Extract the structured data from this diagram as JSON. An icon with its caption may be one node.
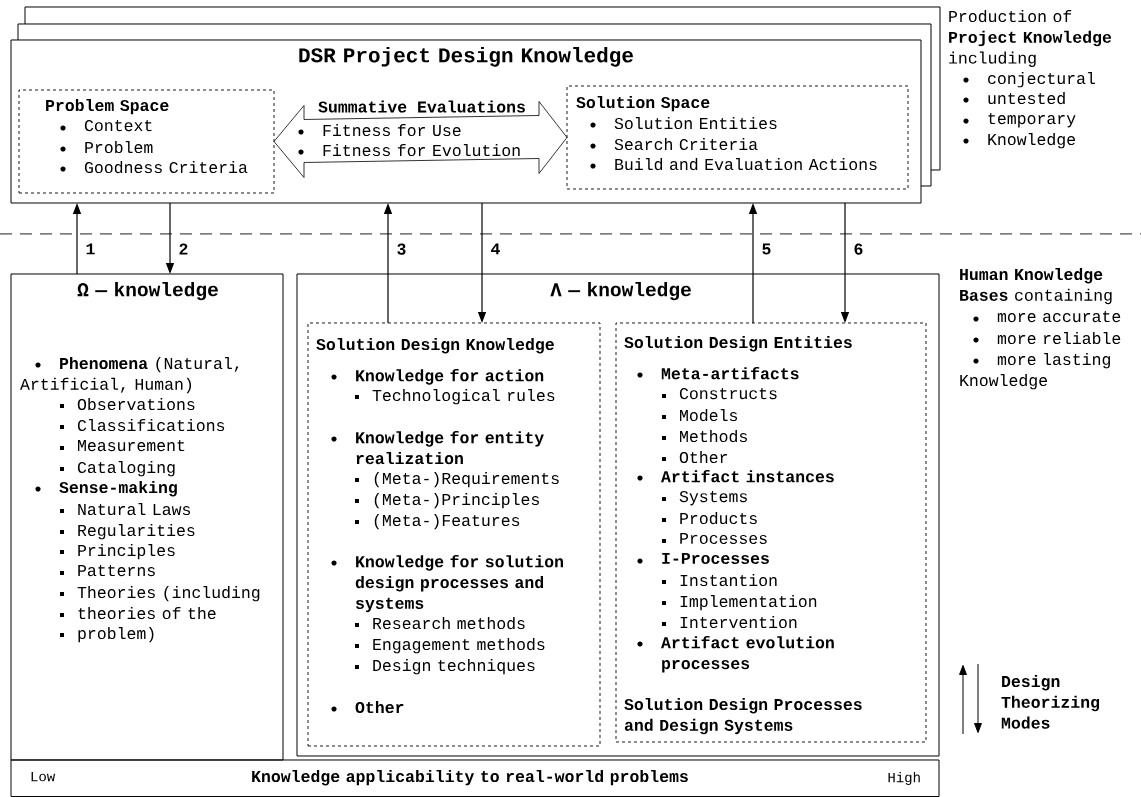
{
  "diagram": {
    "nodes": [
      {
        "text": [
          "DSR Project Design Knowledge"
        ]
      },
      {
        "text": [
          "Problem Space",
          "Context",
          "Problem",
          "Goodness Criteria"
        ],
        "in": 0
      },
      {
        "text": [
          "Solution Space",
          "Solution Entities",
          "Search Criteria",
          "Build and Evaluation Actions"
        ],
        "in": 0
      },
      {
        "text": [
          "Ω — knowledge",
          "**Phenomena** (Natural, Artificial, Human)",
          "Observations",
          "Classifications",
          "Measurement",
          "Cataloging",
          "Sense-making",
          "Natural Laws",
          "Regularities",
          "Principles",
          "Patterns",
          "Theories (including",
          "theories of the",
          "problem)"
        ]
      },
      {
        "text": [
          "Λ — knowledge"
        ]
      },
      {
        "text": [
          "Solution Design Knowledge",
          "Knowledge for action",
          "Technological rules",
          "Knowledge for entity realization",
          "(Meta-)Requirements",
          "(Meta-)Principles",
          "(Meta-)Features",
          "Knowledge for solution design processes and systems",
          "Research methods",
          "Engagement methods",
          "Design techniques",
          "Other"
        ],
        "in": 4
      },
      {
        "text": [
          "Solution Design Entities",
          "Meta-artifacts",
          "Constructs",
          "Models",
          "Methods",
          "Other",
          "Artifact instances",
          "Systems",
          "Products",
          "Processes",
          "I-Processes",
          "Instantion",
          "Implementation",
          "Intervention",
          "Artifact evolution processes",
          "Solution Design Processes and Design Systems"
        ],
        "in": 4
      },
      {
        "text": [
          "Low",
          "Knowledge applicability to real-world problems",
          "High"
        ]
      }
    ],
    "edges": [
      {
        "from": 3,
        "to": 0,
        "arrow": "to",
        "label": "1"
      },
      {
        "from": 0,
        "to": 3,
        "arrow": "to",
        "label": "2"
      },
      {
        "from": 5,
        "to": 0,
        "arrow": "to",
        "label": "3"
      },
      {
        "from": 0,
        "to": 5,
        "arrow": "to",
        "label": "4"
      },
      {
        "from": 6,
        "to": 0,
        "arrow": "to",
        "label": "5"
      },
      {
        "from": 0,
        "to": 6,
        "arrow": "to",
        "label": "6"
      },
      {
        "from": 1,
        "to": 2,
        "arrow": "both",
        "label": "Summative Evaluations"
      }
    ],
    "labels": [
      "Fitness for Use",
      "Fitness for Evolution",
      "Production of **Project Knowledge** including",
      "conjectural",
      "untested",
      "temporary",
      "Knowledge",
      "**Human Knowledge Bases** containing",
      "more accurate",
      "more reliable",
      "more lasting",
      "Knowledge",
      "Design Theorizing Modes"
    ]
  }
}
